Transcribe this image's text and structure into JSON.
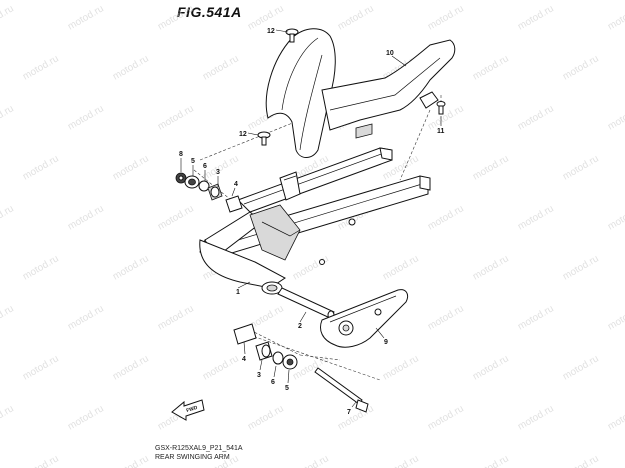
{
  "figure": {
    "title": "FIG.541A",
    "footer_code": "GSX-R125XAL9_P21_541A",
    "footer_name": "REAR SWINGING ARM"
  },
  "watermark": {
    "text": "motod.ru"
  },
  "fwd_arrow": {
    "label": "FWD"
  },
  "callouts": [
    {
      "id": "c1",
      "label": "1"
    },
    {
      "id": "c2",
      "label": "2"
    },
    {
      "id": "c3a",
      "label": "3"
    },
    {
      "id": "c3b",
      "label": "3"
    },
    {
      "id": "c4a",
      "label": "4"
    },
    {
      "id": "c4b",
      "label": "4"
    },
    {
      "id": "c5a",
      "label": "5"
    },
    {
      "id": "c5b",
      "label": "5"
    },
    {
      "id": "c6a",
      "label": "6"
    },
    {
      "id": "c6b",
      "label": "6"
    },
    {
      "id": "c7",
      "label": "7"
    },
    {
      "id": "c8",
      "label": "8"
    },
    {
      "id": "c9",
      "label": "9"
    },
    {
      "id": "c10",
      "label": "10"
    },
    {
      "id": "c11",
      "label": "11"
    },
    {
      "id": "c12a",
      "label": "12"
    },
    {
      "id": "c12b",
      "label": "12"
    }
  ]
}
